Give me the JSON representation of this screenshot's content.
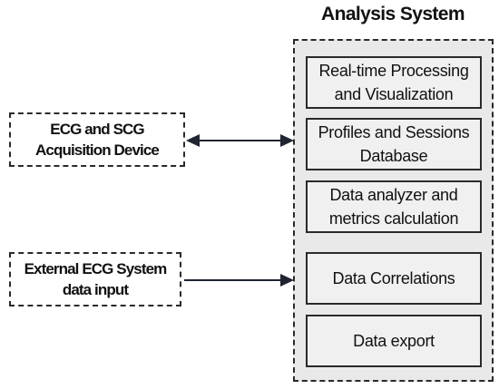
{
  "title": "Analysis System",
  "sources": [
    {
      "label": "ECG and SCG\nAcquisition Device",
      "arrow": "bidirectional"
    },
    {
      "label": "External ECG System\ndata input",
      "arrow": "into-system"
    }
  ],
  "modules": [
    {
      "label": "Real-time Processing\nand Visualization"
    },
    {
      "label": "Profiles and Sessions\nDatabase"
    },
    {
      "label": "Data analyzer and\nmetrics calculation"
    },
    {
      "label": "Data Correlations"
    },
    {
      "label": "Data export"
    }
  ],
  "colors": {
    "frame_fill": "#e9e9e9",
    "module_fill": "#f0f0f0",
    "stroke": "#2a2a2a",
    "arrow": "#1f2430"
  }
}
